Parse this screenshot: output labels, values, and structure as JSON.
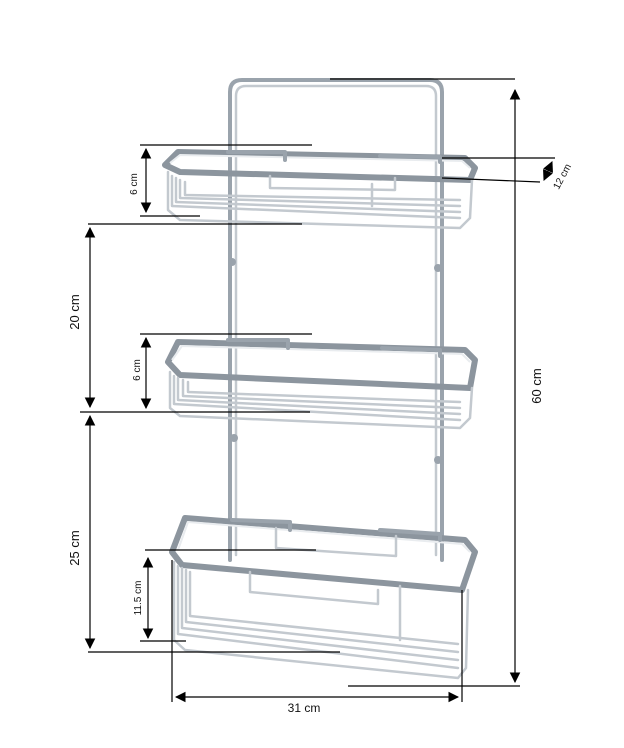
{
  "dimensions": {
    "total_height": "60 cm",
    "depth": "12 cm",
    "width": "31 cm",
    "top_shelf_height": "6 cm",
    "middle_shelf_height": "6 cm",
    "bottom_shelf_height": "11.5 cm",
    "gap_top_to_middle": "20 cm",
    "gap_middle_to_bottom": "25 cm"
  },
  "colors": {
    "metal": "#9aa3ac",
    "metal_light": "#c3c9cf",
    "dimension_lines": "#000000"
  }
}
